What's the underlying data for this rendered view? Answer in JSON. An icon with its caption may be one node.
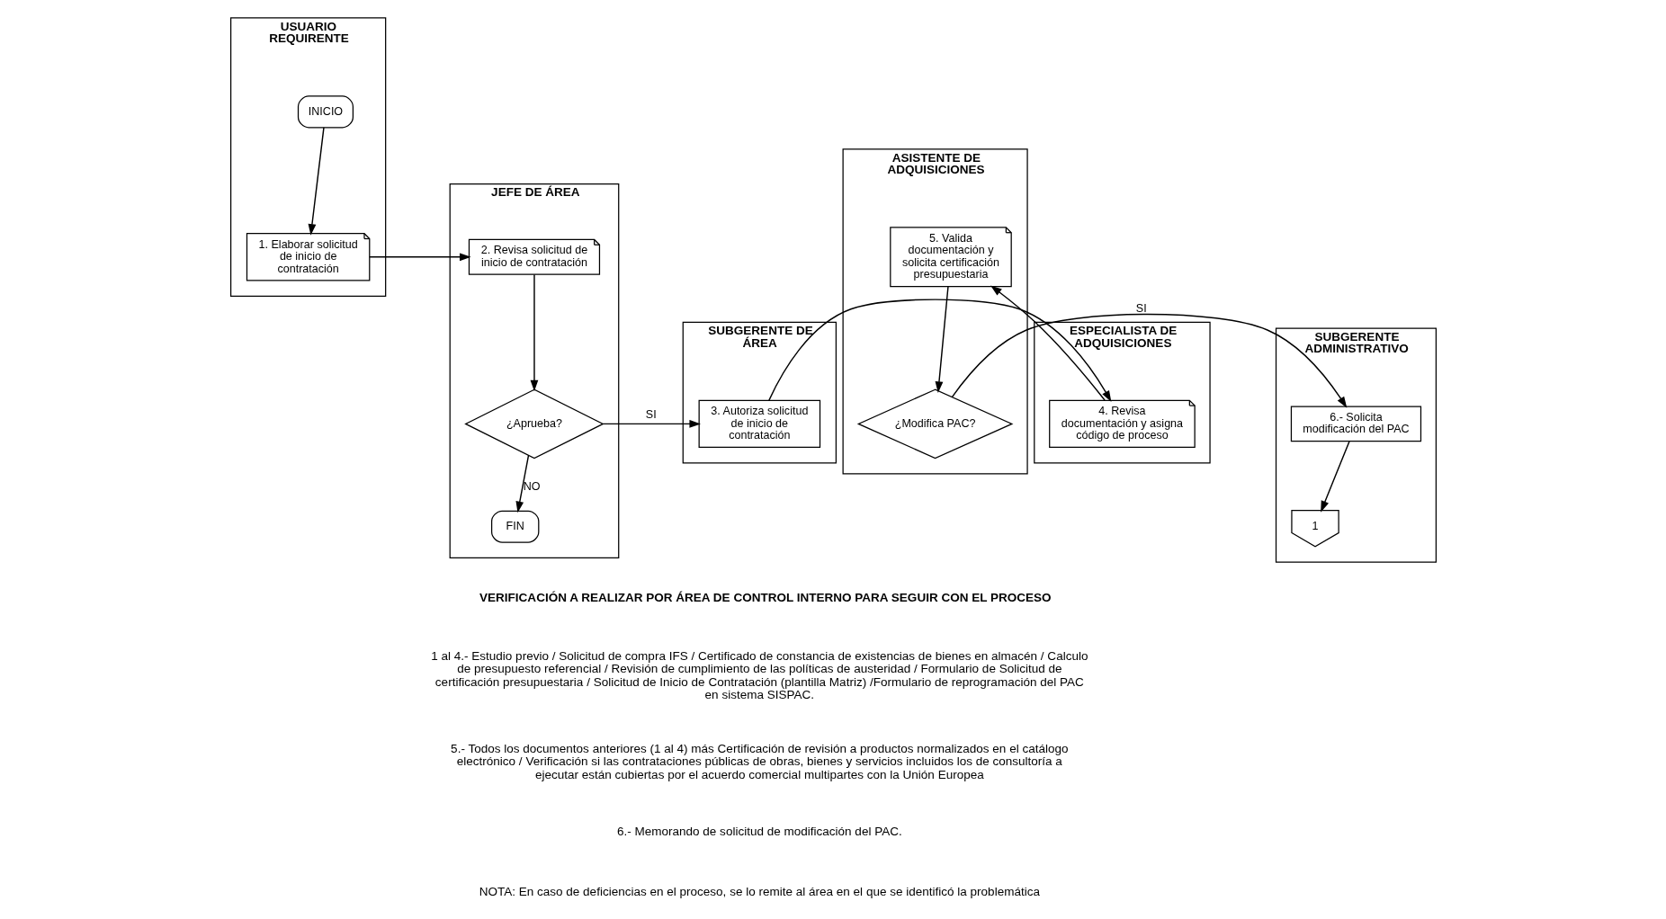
{
  "diagram": {
    "nodes": [
      {
        "text": [
          "USUARIO REQUIRENTE"
        ]
      },
      {
        "text": [
          "JEFE DE ÁREA"
        ]
      },
      {
        "text": [
          "SUBGERENTE DE ÁREA"
        ]
      },
      {
        "text": [
          "ESPECIALISTA DE ADQUISICIONES"
        ]
      },
      {
        "text": [
          "ASISTENTE DE ADQUISICIONES"
        ]
      },
      {
        "text": [
          "SUBGERENTE ADMINISTRATIVO"
        ]
      },
      {
        "text": [
          "INICIO"
        ],
        "in": 0
      },
      {
        "text": [
          "1. Elaborar solicitud de inicio de contratación"
        ],
        "in": 0
      },
      {
        "text": [
          "2. Revisa solicitud de inicio de contratación"
        ],
        "in": 1
      },
      {
        "text": [
          "¿Aprueba?"
        ],
        "in": 1
      },
      {
        "text": [
          "FIN"
        ],
        "in": 1
      },
      {
        "text": [
          "3. Autoriza solicitud de inicio de contratación"
        ],
        "in": 2
      },
      {
        "text": [
          "4. Revisa documentación y asigna código de proceso"
        ],
        "in": 3
      },
      {
        "text": [
          "5. Valida documentación y solicita certificación presupuestaria"
        ],
        "in": 4
      },
      {
        "text": [
          "¿Modifica PAC?"
        ],
        "in": 4
      },
      {
        "text": [
          "6.- Solicita modificación del PAC"
        ],
        "in": 5
      },
      {
        "text": [
          "1"
        ],
        "in": 5
      }
    ],
    "edges": [
      {
        "from": 6,
        "to": 7,
        "arrow": "to"
      },
      {
        "from": 7,
        "to": 8,
        "arrow": "to"
      },
      {
        "from": 8,
        "to": 9,
        "arrow": "to"
      },
      {
        "from": 9,
        "to": 11,
        "arrow": "to",
        "label": "SI"
      },
      {
        "from": 9,
        "to": 10,
        "arrow": "to",
        "label": "NO"
      },
      {
        "from": 11,
        "to": 12,
        "arrow": "to"
      },
      {
        "from": 12,
        "to": 13,
        "arrow": "to"
      },
      {
        "from": 13,
        "to": 14,
        "arrow": "to"
      },
      {
        "from": 14,
        "to": 15,
        "arrow": "to",
        "label": "SI"
      },
      {
        "from": 15,
        "to": 16,
        "arrow": "to"
      }
    ],
    "labels": [
      "VERIFICACIÓN A REALIZAR POR ÁREA DE CONTROL INTERNO PARA SEGUIR CON EL PROCESO",
      "1 al 4.- Estudio previo / Solicitud de compra IFS / Certificado de constancia de existencias de bienes en almacén / Calculo de presupuesto referencial / Revisión de cumplimiento de las políticas de austeridad / Formulario de Solicitud de certificación presupuestaria / Solicitud de Inicio de Contratación (plantilla Matriz) /Formulario de reprogramación del PAC en sistema SISPAC.",
      "5.- Todos los documentos anteriores (1 al 4) más Certificación de revisión a productos normalizados en el catálogo electrónico / Verificación si las contrataciones públicas de obras, bienes y servicios incluidos los de consultoría a ejecutar están cubiertas por el acuerdo comercial multipartes con la Unión Europea",
      "6.- Memorando de solicitud de modificación del PAC.",
      "NOTA: En caso de deficiencias en el proceso, se lo remite al área en el que se identificó la problemática"
    ]
  }
}
